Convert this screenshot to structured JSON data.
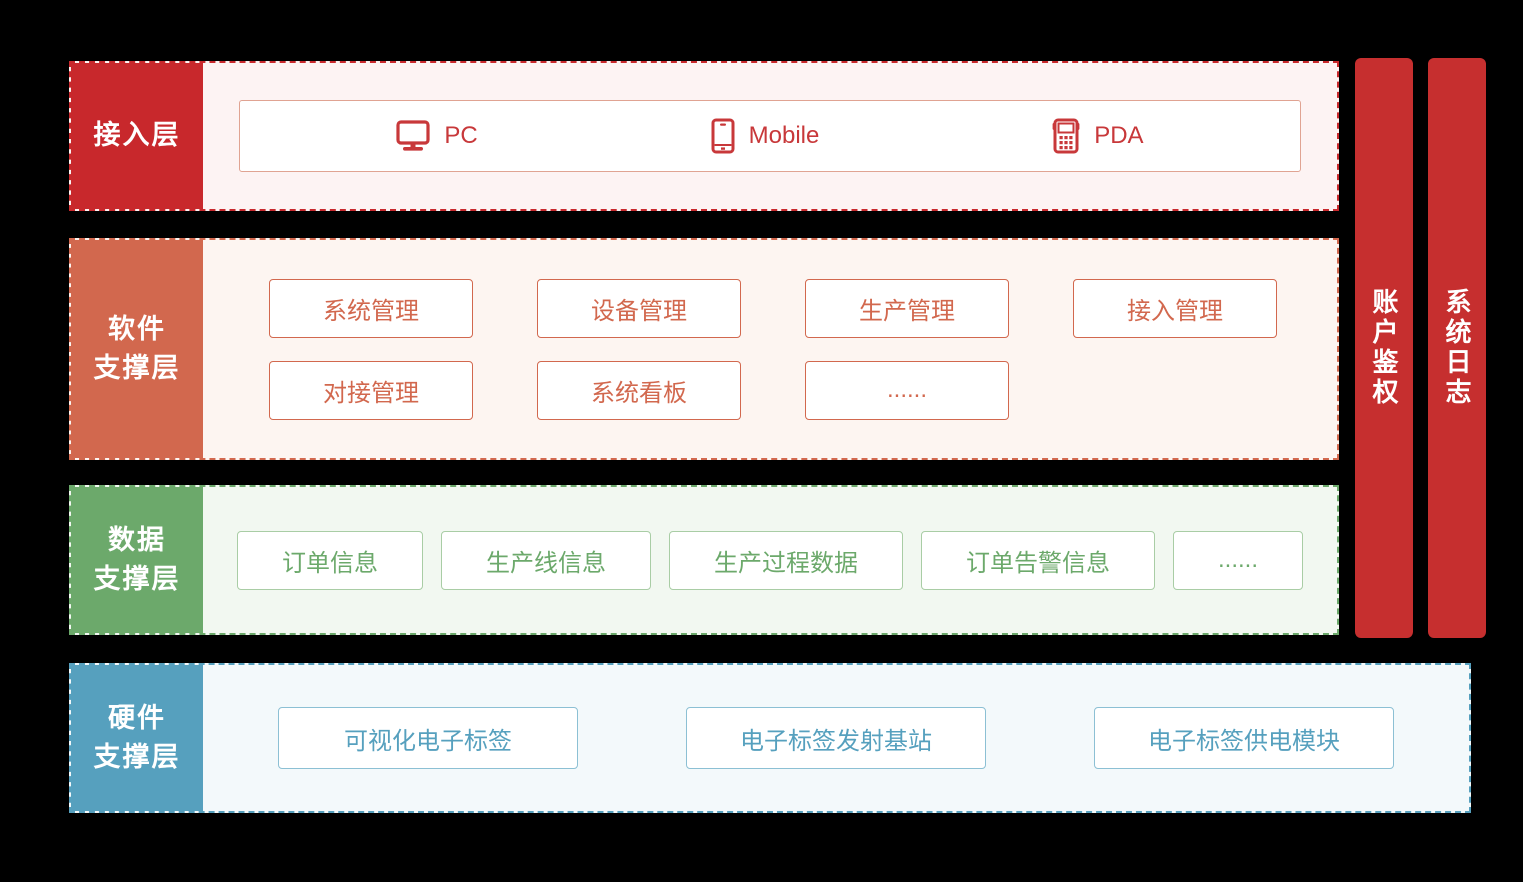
{
  "layers": {
    "access": {
      "label": "接入层",
      "color": "#c8282c",
      "devices": [
        {
          "icon": "monitor-icon",
          "label": "PC"
        },
        {
          "icon": "mobile-phone-icon",
          "label": "Mobile"
        },
        {
          "icon": "pda-scanner-icon",
          "label": "PDA"
        }
      ]
    },
    "software": {
      "label_line1": "软件",
      "label_line2": "支撑层",
      "color": "#d2684e",
      "cards": [
        "系统管理",
        "设备管理",
        "生产管理",
        "接入管理",
        "对接管理",
        "系统看板",
        "......",
        ""
      ]
    },
    "data": {
      "label_line1": "数据",
      "label_line2": "支撑层",
      "color": "#6ca96b",
      "cards": [
        "订单信息",
        "生产线信息",
        "生产过程数据",
        "订单告警信息",
        "......"
      ]
    },
    "hardware": {
      "label_line1": "硬件",
      "label_line2": "支撑层",
      "color": "#56a0be",
      "cards": [
        "可视化电子标签",
        "电子标签发射基站",
        "电子标签供电模块"
      ]
    }
  },
  "sidebars": [
    {
      "label": "账户鉴权",
      "color": "#c62f2f"
    },
    {
      "label": "系统日志",
      "color": "#c62f2f"
    }
  ]
}
